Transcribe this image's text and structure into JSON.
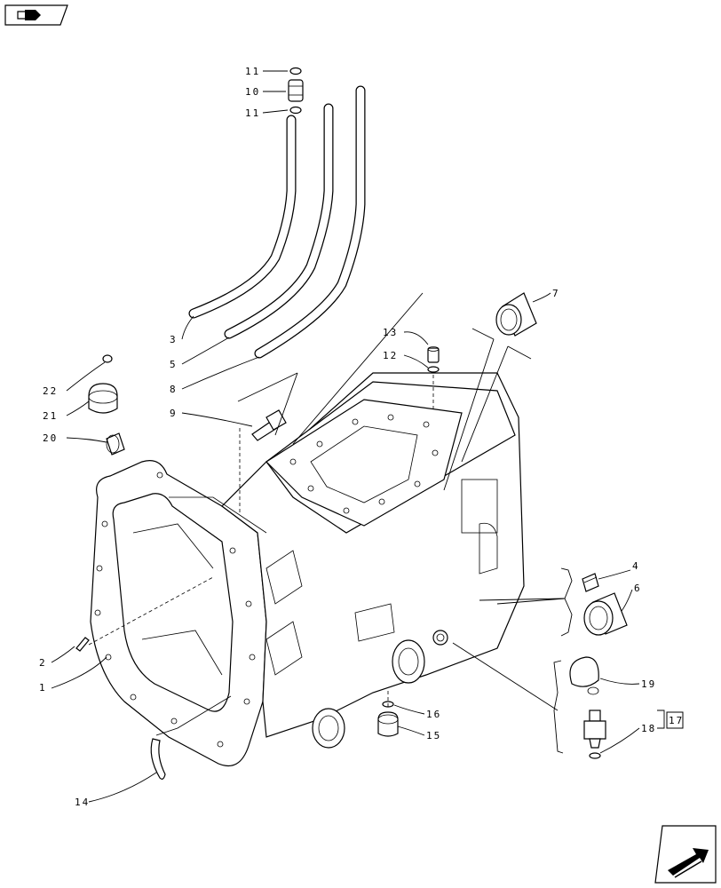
{
  "nav": {
    "prev_icon": "back-arrow-icon",
    "next_icon": "forward-arrow-icon"
  },
  "callouts": [
    "11",
    "10",
    "11",
    "3",
    "5",
    "8",
    "7",
    "13",
    "12",
    "9",
    "22",
    "21",
    "20",
    "4",
    "6",
    "2",
    "1",
    "19",
    "17",
    "18",
    "16",
    "15",
    "14"
  ],
  "box_label": "17"
}
